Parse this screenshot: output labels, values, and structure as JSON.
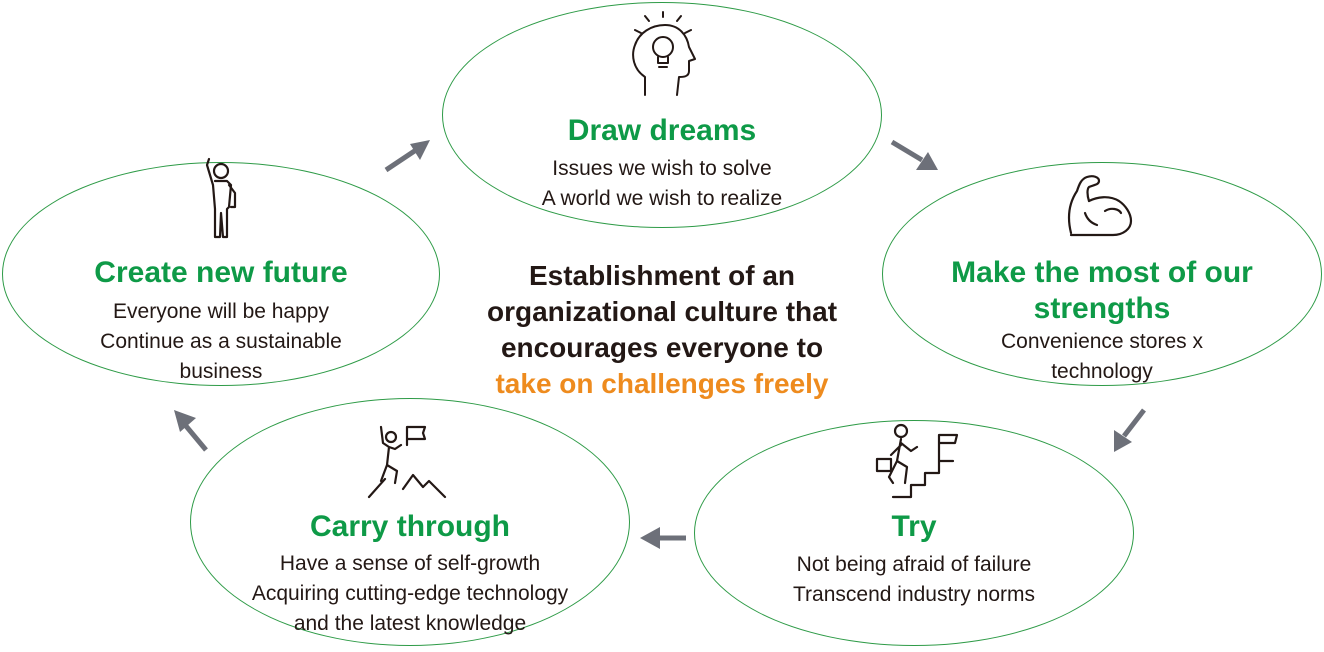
{
  "center": {
    "line1": "Establishment of an",
    "line2": "organizational culture that",
    "line3": "encourages everyone to",
    "highlight": "take on challenges freely"
  },
  "steps": {
    "draw_dreams": {
      "title": "Draw dreams",
      "lines": [
        "Issues we wish to solve",
        "A world we wish to realize"
      ],
      "icon": "lightbulb-head-icon"
    },
    "strengths": {
      "title_line1": "Make the most of our",
      "title_line2": "strengths",
      "lines": [
        "Convenience stores x",
        "technology"
      ],
      "icon": "flexed-arm-icon"
    },
    "try": {
      "title": "Try",
      "lines": [
        "Not being afraid of failure",
        "Transcend industry norms"
      ],
      "icon": "climbing-stairs-icon"
    },
    "carry_through": {
      "title": "Carry through",
      "lines": [
        "Have a sense of self-growth",
        "Acquiring cutting-edge technology",
        "and the latest knowledge"
      ],
      "icon": "mountain-summit-icon"
    },
    "create_future": {
      "title": "Create new future",
      "lines": [
        "Everyone will be happy",
        "Continue as a sustainable",
        "business"
      ],
      "icon": "raised-hand-person-icon"
    }
  },
  "colors": {
    "green": "#0e9a47",
    "border": "#2e9b47",
    "orange": "#ee8b1e",
    "arrow": "#6d7079",
    "text": "#231815"
  }
}
